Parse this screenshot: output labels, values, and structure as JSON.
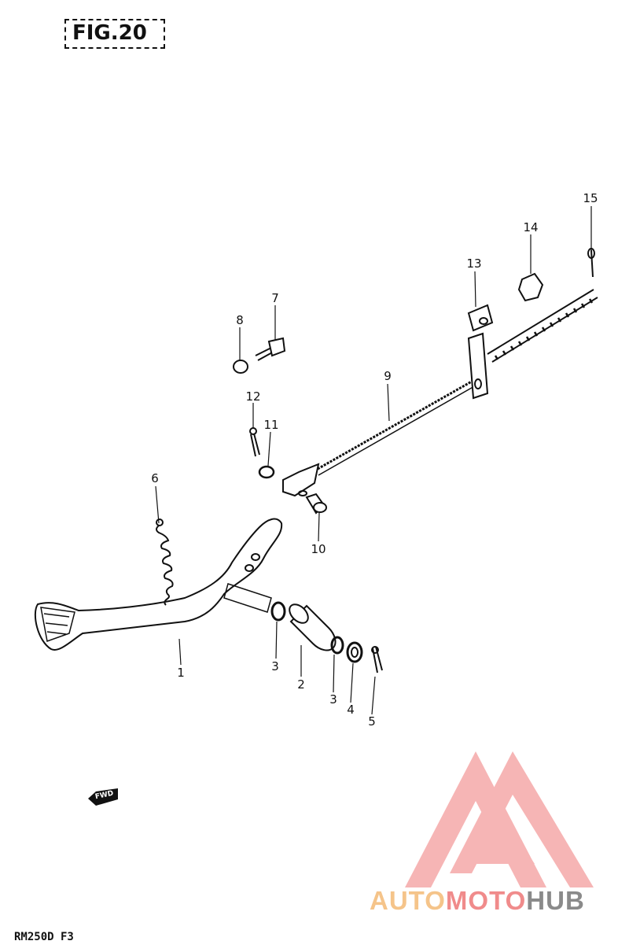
{
  "figure": {
    "title": "FIG.20",
    "model_code": "RM250D  F3"
  },
  "callouts": [
    {
      "id": "1",
      "label": "1"
    },
    {
      "id": "2",
      "label": "2"
    },
    {
      "id": "3a",
      "label": "3"
    },
    {
      "id": "3b",
      "label": "3"
    },
    {
      "id": "4",
      "label": "4"
    },
    {
      "id": "5",
      "label": "5"
    },
    {
      "id": "6",
      "label": "6"
    },
    {
      "id": "7",
      "label": "7"
    },
    {
      "id": "8",
      "label": "8"
    },
    {
      "id": "9",
      "label": "9"
    },
    {
      "id": "10",
      "label": "10"
    },
    {
      "id": "11",
      "label": "11"
    },
    {
      "id": "12",
      "label": "12"
    },
    {
      "id": "13",
      "label": "13"
    },
    {
      "id": "14",
      "label": "14"
    },
    {
      "id": "15",
      "label": "15"
    }
  ],
  "direction_arrow": {
    "label": "FWD"
  },
  "watermark": {
    "part1": "AUTO",
    "part2": "MOTO",
    "part3": "HUB",
    "colors": {
      "auto": "#f5c48a",
      "moto": "#f08b8b",
      "hub": "#8a8a8a",
      "logo": "#f07a7a"
    }
  }
}
